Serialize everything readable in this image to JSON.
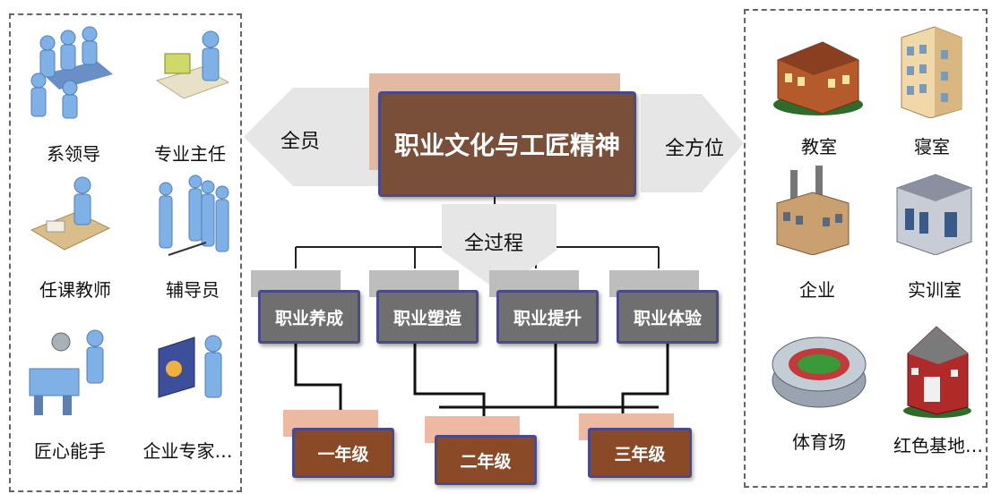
{
  "core": {
    "title": "职业文化与工匠精神"
  },
  "directions": {
    "left": "全员",
    "right": "全方位",
    "down": "全过程"
  },
  "people": [
    {
      "label": "系领导",
      "icon": "meeting-people-icon"
    },
    {
      "label": "专业主任",
      "icon": "computer-worker-icon"
    },
    {
      "label": "任课教师",
      "icon": "desk-teacher-icon"
    },
    {
      "label": "辅导员",
      "icon": "standing-group-icon"
    },
    {
      "label": "匠心能手",
      "icon": "machine-operator-icon"
    },
    {
      "label": "企业专家…",
      "icon": "presenter-icon"
    }
  ],
  "places": [
    {
      "label": "教室",
      "icon": "classroom-building-icon"
    },
    {
      "label": "寝室",
      "icon": "dormitory-building-icon"
    },
    {
      "label": "企业",
      "icon": "factory-icon"
    },
    {
      "label": "实训室",
      "icon": "training-building-icon"
    },
    {
      "label": "体育场",
      "icon": "stadium-icon"
    },
    {
      "label": "红色基地…",
      "icon": "red-barn-icon"
    }
  ],
  "stages": [
    "职业养成",
    "职业塑造",
    "职业提升",
    "职业体验"
  ],
  "grades": [
    "一年级",
    "二年级",
    "三年级"
  ],
  "colors": {
    "core": "#7a4f39",
    "stage": "#6f6f6f",
    "grade": "#8a4a28",
    "border": "#4a4a8a"
  }
}
